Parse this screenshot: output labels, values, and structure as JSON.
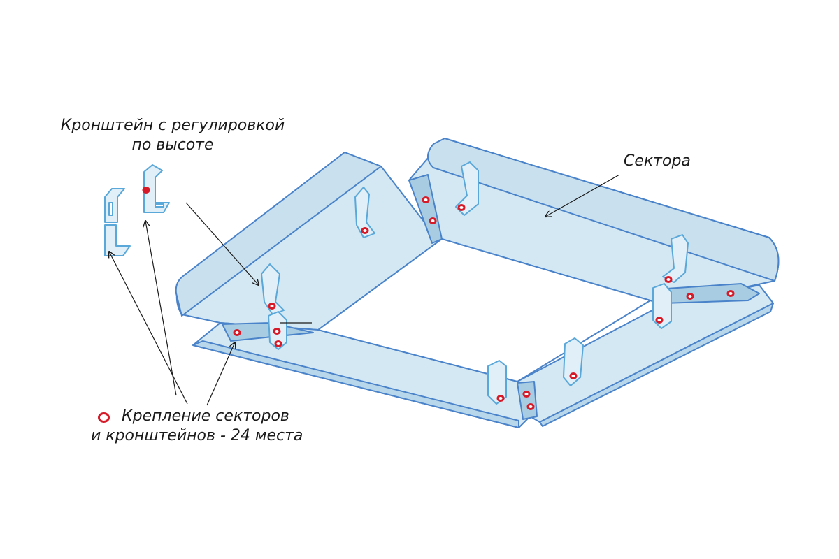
{
  "labels": {
    "bracket_line1": "Кронштейн с регулировкой",
    "bracket_line2": "по высоте",
    "sectors": "Сектора",
    "fastening_line1": "Крепление секторов",
    "fastening_line2": "и кронштейнов - 24 места"
  },
  "colors": {
    "panel_fill": "#d3e8f3",
    "panel_stroke": "#4a83c9",
    "bracket_stroke": "#5aa8d9",
    "fastening_marker": "#d61a28",
    "leader_line": "#1a1a1a"
  },
  "legend": {
    "marker_icon": "red-ring-icon"
  }
}
